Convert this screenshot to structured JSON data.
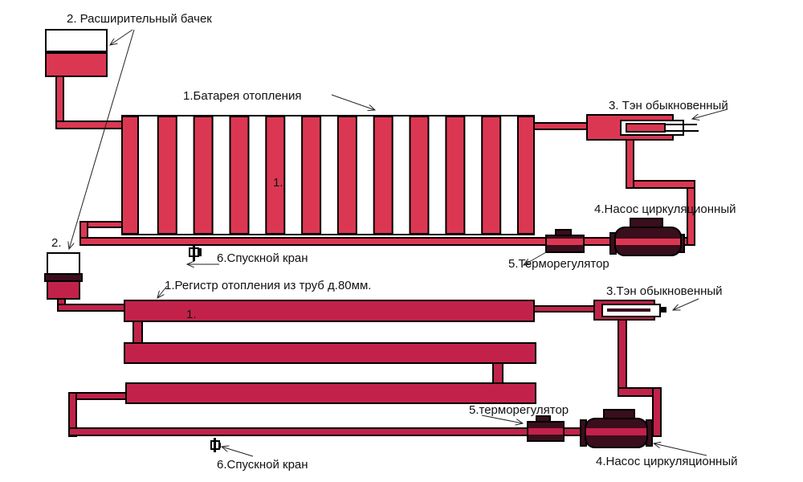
{
  "top_diagram": {
    "tank_label": "2. Расширительный бачек",
    "radiator_label": "1.Батарея отопления",
    "radiator_marker": "1.",
    "heater_label": "3. Тэн обыкновенный",
    "pump_label": "4.Насос циркуляционный",
    "thermostat_label": "5.Терморегулятор",
    "drain_label": "6.Спускной кран"
  },
  "bottom_diagram": {
    "tank_label": "2.",
    "register_label": "1.Регистр отопления из труб д.80мм.",
    "register_marker": "1.",
    "heater_label": "3.Тэн обыкновенный",
    "thermostat_label": "5.терморегулятор",
    "pump_label": "4.Насос циркуляционный",
    "drain_label": "6.Спускной кран"
  },
  "colors": {
    "top_water": "#DC3752",
    "bottom_water": "#C2224A",
    "device_dark": "#3A0E1C"
  }
}
